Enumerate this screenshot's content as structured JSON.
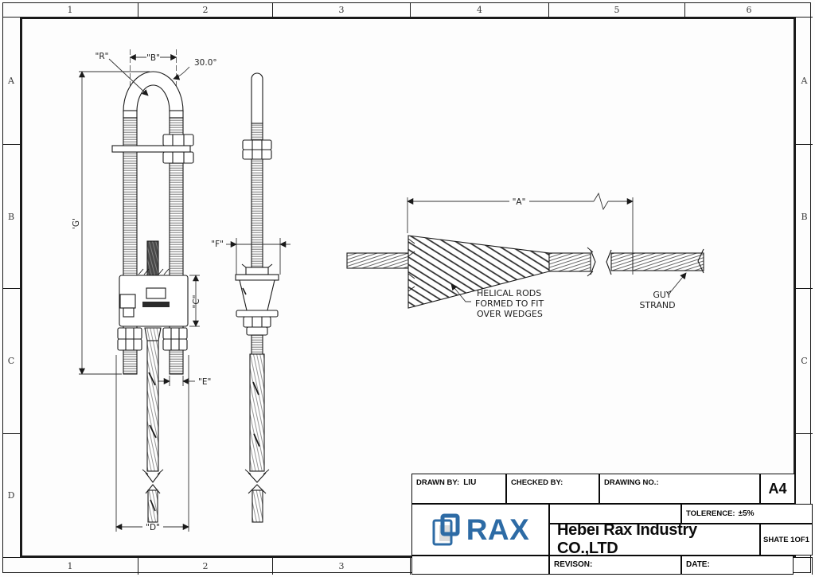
{
  "grid": {
    "top_cols": [
      "1",
      "2",
      "3",
      "4",
      "5",
      "6"
    ],
    "bottom_cols": [
      "1",
      "2",
      "3"
    ],
    "left_rows": [
      "A",
      "B",
      "C",
      "D"
    ],
    "right_rows": [
      "A",
      "B",
      "C"
    ]
  },
  "front_view": {
    "dim_r": "\"R\"",
    "dim_b": "\"B\"",
    "angle": "30.0°",
    "dim_g": "'G'",
    "dim_c": "\"C\"",
    "dim_e": "\"E\"",
    "dim_d": "\"D\""
  },
  "side_view": {
    "dim_f": "\"F\""
  },
  "detail_view": {
    "dim_a": "\"A\"",
    "helical_note": [
      "HELICAL RODS",
      "FORMED TO FIT",
      "OVER WEDGES"
    ],
    "guy_note": [
      "GUY",
      "STRAND"
    ]
  },
  "title_block": {
    "drawn_by_label": "DRAWN BY:",
    "drawn_by_value": "LIU",
    "checked_by_label": "CHECKED BY:",
    "drawing_no_label": "DRAWING NO.:",
    "paper_size": "A4",
    "tolerance_label": "TOLERENCE:",
    "tolerance_value": "±5%",
    "company": "Hebei Rax Industry CO.,LTD",
    "sheet": "SHATE 1OF1",
    "revision_label": "REVISON:",
    "date_label": "DATE:",
    "logo_text": "RAX"
  },
  "colors": {
    "logo_blue": "#2d6ba5",
    "line": "#1a1a1a"
  }
}
